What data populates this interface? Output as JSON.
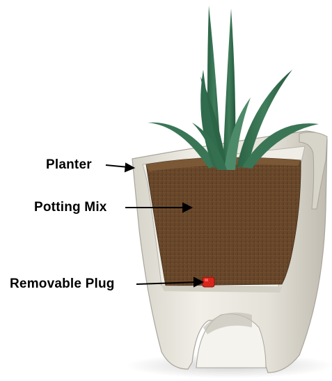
{
  "diagram": {
    "labels": {
      "planter": "Planter",
      "potting_mix": "Potting Mix",
      "removable_plug": "Removable Plug"
    },
    "colors": {
      "planter_body": "#e9e7df",
      "planter_shadow": "#c9c6bb",
      "soil": "#6b4a2e",
      "soil_dark": "#4e3420",
      "leaves": "#2f6b4c",
      "leaves_light": "#4d8a69",
      "plug": "#d9261c",
      "arrow": "#000000"
    }
  }
}
